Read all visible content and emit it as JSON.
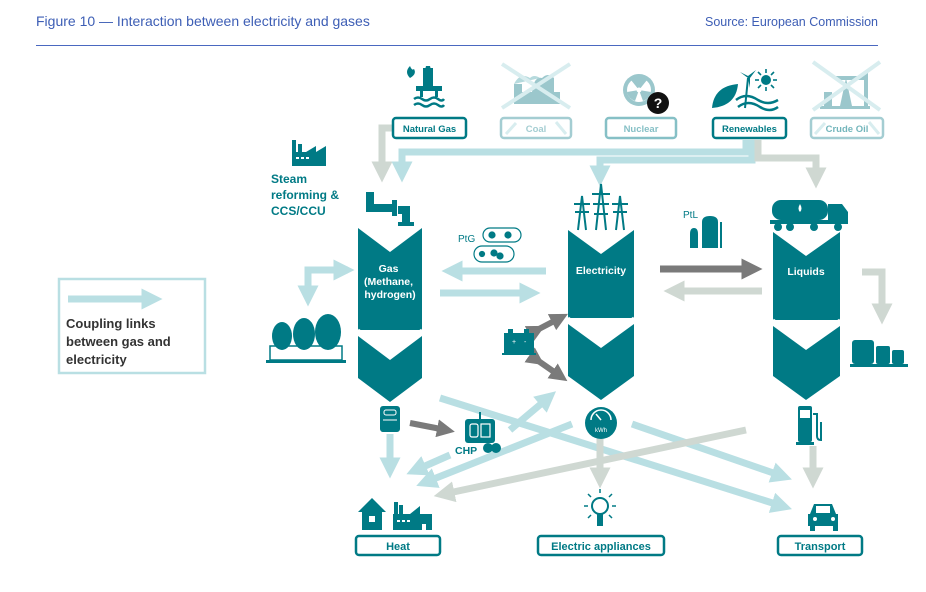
{
  "header": {
    "title": "Figure 10 — Interaction between electricity and gases",
    "source": "Source: European Commission"
  },
  "colors": {
    "teal": "#007a85",
    "light_link": "#b9dfe3",
    "grey_link": "#cfd8d2",
    "dark_arrow": "#7a7a7a",
    "header_blue": "#3d5eb5"
  },
  "sources": [
    {
      "label": "Natural Gas",
      "icon": "gas-platform-icon",
      "status": "active"
    },
    {
      "label": "Coal",
      "icon": "coal-plant-icon",
      "status": "crossed-out"
    },
    {
      "label": "Nuclear",
      "icon": "nuclear-icon",
      "status": "uncertain",
      "badge": "?"
    },
    {
      "label": "Renewables",
      "icon": "renewables-icon",
      "status": "active"
    },
    {
      "label": "Crude Oil",
      "icon": "oil-pump-icon",
      "status": "crossed-out"
    }
  ],
  "carriers": {
    "gas": {
      "label_lines": [
        "Gas",
        "(Methane,",
        "hydrogen)"
      ]
    },
    "electricity": {
      "label": "Electricity"
    },
    "liquids": {
      "label": "Liquids"
    }
  },
  "process_labels": {
    "steam_reforming": [
      "Steam",
      "reforming &",
      "CCS/CCU"
    ],
    "ptg": "PtG",
    "ptl": "PtL",
    "chp": "CHP",
    "kwh": "kWh"
  },
  "legend": {
    "lines": [
      "Coupling links",
      "between gas and",
      "electricity"
    ]
  },
  "end_uses": [
    {
      "label": "Heat"
    },
    {
      "label": "Electric appliances"
    },
    {
      "label": "Transport"
    }
  ]
}
